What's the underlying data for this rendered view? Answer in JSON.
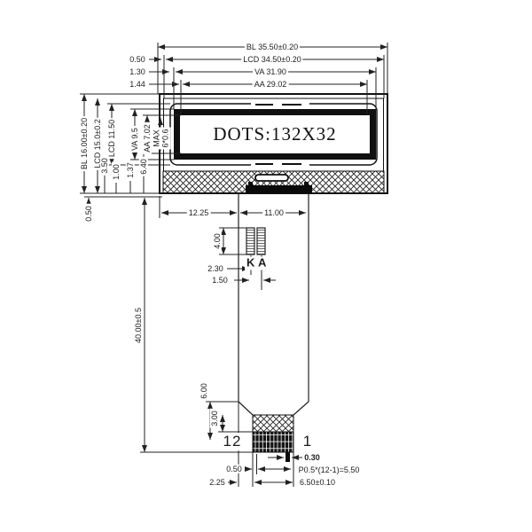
{
  "display": {
    "text": "DOTS:132X32"
  },
  "colors": {
    "line": "#222222",
    "background": "#ffffff",
    "ink": "#111111"
  },
  "dims": {
    "top": {
      "bl": "BL 35.50±0.20",
      "lcd": "LCD 34.50±0.20",
      "va": "VA 31.90",
      "aa": "AA 29.02",
      "off1": "0.50",
      "off2": "1.30",
      "off3": "1.44"
    },
    "left": {
      "bl": "BL 16.00±0.20",
      "lcd": "LCD 15.0±0.2",
      "lcd2": "LCD 11.50",
      "va": "VA 9.5",
      "aa": "AA 7.02",
      "max": "MAX\n6*0.6",
      "d350": "3.50",
      "d100": "1.00",
      "d137": "1.37",
      "d640": "6.40",
      "d050": "0.50"
    },
    "mid": {
      "d1225": "12.25",
      "d1100": "11.00",
      "d400": "4.00",
      "k": "K",
      "a": "A",
      "d230": "2.30",
      "d150": "1.50",
      "d4000": "40.00±0.5",
      "d600": "6.00",
      "d300": "3.00"
    },
    "bottom": {
      "pin12": "12",
      "pin1": "1",
      "d030": "0.30",
      "d050": "0.50",
      "pitch": "P0.5*(12-1)=5.50",
      "d225": "2.25",
      "d650": "6.50±0.10"
    }
  }
}
